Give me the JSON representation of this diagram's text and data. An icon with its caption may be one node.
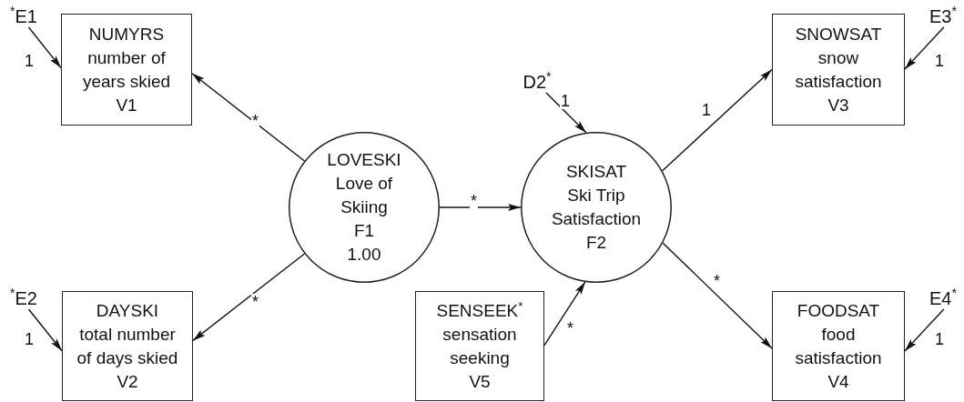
{
  "diagram": {
    "nodes": [
      {
        "text": [
          "$^{*}$E1"
        ]
      },
      {
        "text": [
          "NUMYRS",
          "number of years skied",
          "V1"
        ]
      },
      {
        "text": [
          "SNOWSAT",
          "snow satisfaction",
          "V3"
        ]
      },
      {
        "text": [
          "E3$^{*}$"
        ]
      },
      {
        "text": [
          "D2$^{*}$"
        ]
      },
      {
        "text": [
          "LOVESKI",
          "Love of Skiing",
          "F1",
          "1.00"
        ]
      },
      {
        "text": [
          "SKISAT",
          "Ski Trip Satisfaction",
          "F2"
        ]
      },
      {
        "text": [
          "$^{*}$E2"
        ]
      },
      {
        "text": [
          "DAYSKI",
          "total number of days skied",
          "V2"
        ]
      },
      {
        "text": [
          "SENSEEK$^{*}$",
          "sensation seeking",
          "V5"
        ]
      },
      {
        "text": [
          "FOODSAT",
          "food satisfaction",
          "V4"
        ]
      },
      {
        "text": [
          "E4$^{*}$"
        ]
      }
    ],
    "edges": [
      {
        "from": 0,
        "to": 1,
        "arrow": "to",
        "label": "1"
      },
      {
        "from": 5,
        "to": 1,
        "arrow": "to",
        "label": "*"
      },
      {
        "from": 5,
        "to": 8,
        "arrow": "to",
        "label": "*"
      },
      {
        "from": 5,
        "to": 6,
        "arrow": "to",
        "label": "*"
      },
      {
        "from": 4,
        "to": 6,
        "arrow": "to",
        "label": "1"
      },
      {
        "from": 9,
        "to": 6,
        "arrow": "to",
        "label": "*"
      },
      {
        "from": 6,
        "to": 2,
        "arrow": "to",
        "label": "1"
      },
      {
        "from": 6,
        "to": 10,
        "arrow": "to",
        "label": "*"
      },
      {
        "from": 3,
        "to": 2,
        "arrow": "to",
        "label": "1"
      },
      {
        "from": 11,
        "to": 10,
        "arrow": "to",
        "label": "1"
      },
      {
        "from": 7,
        "to": 8,
        "arrow": "to",
        "label": "1"
      }
    ]
  }
}
